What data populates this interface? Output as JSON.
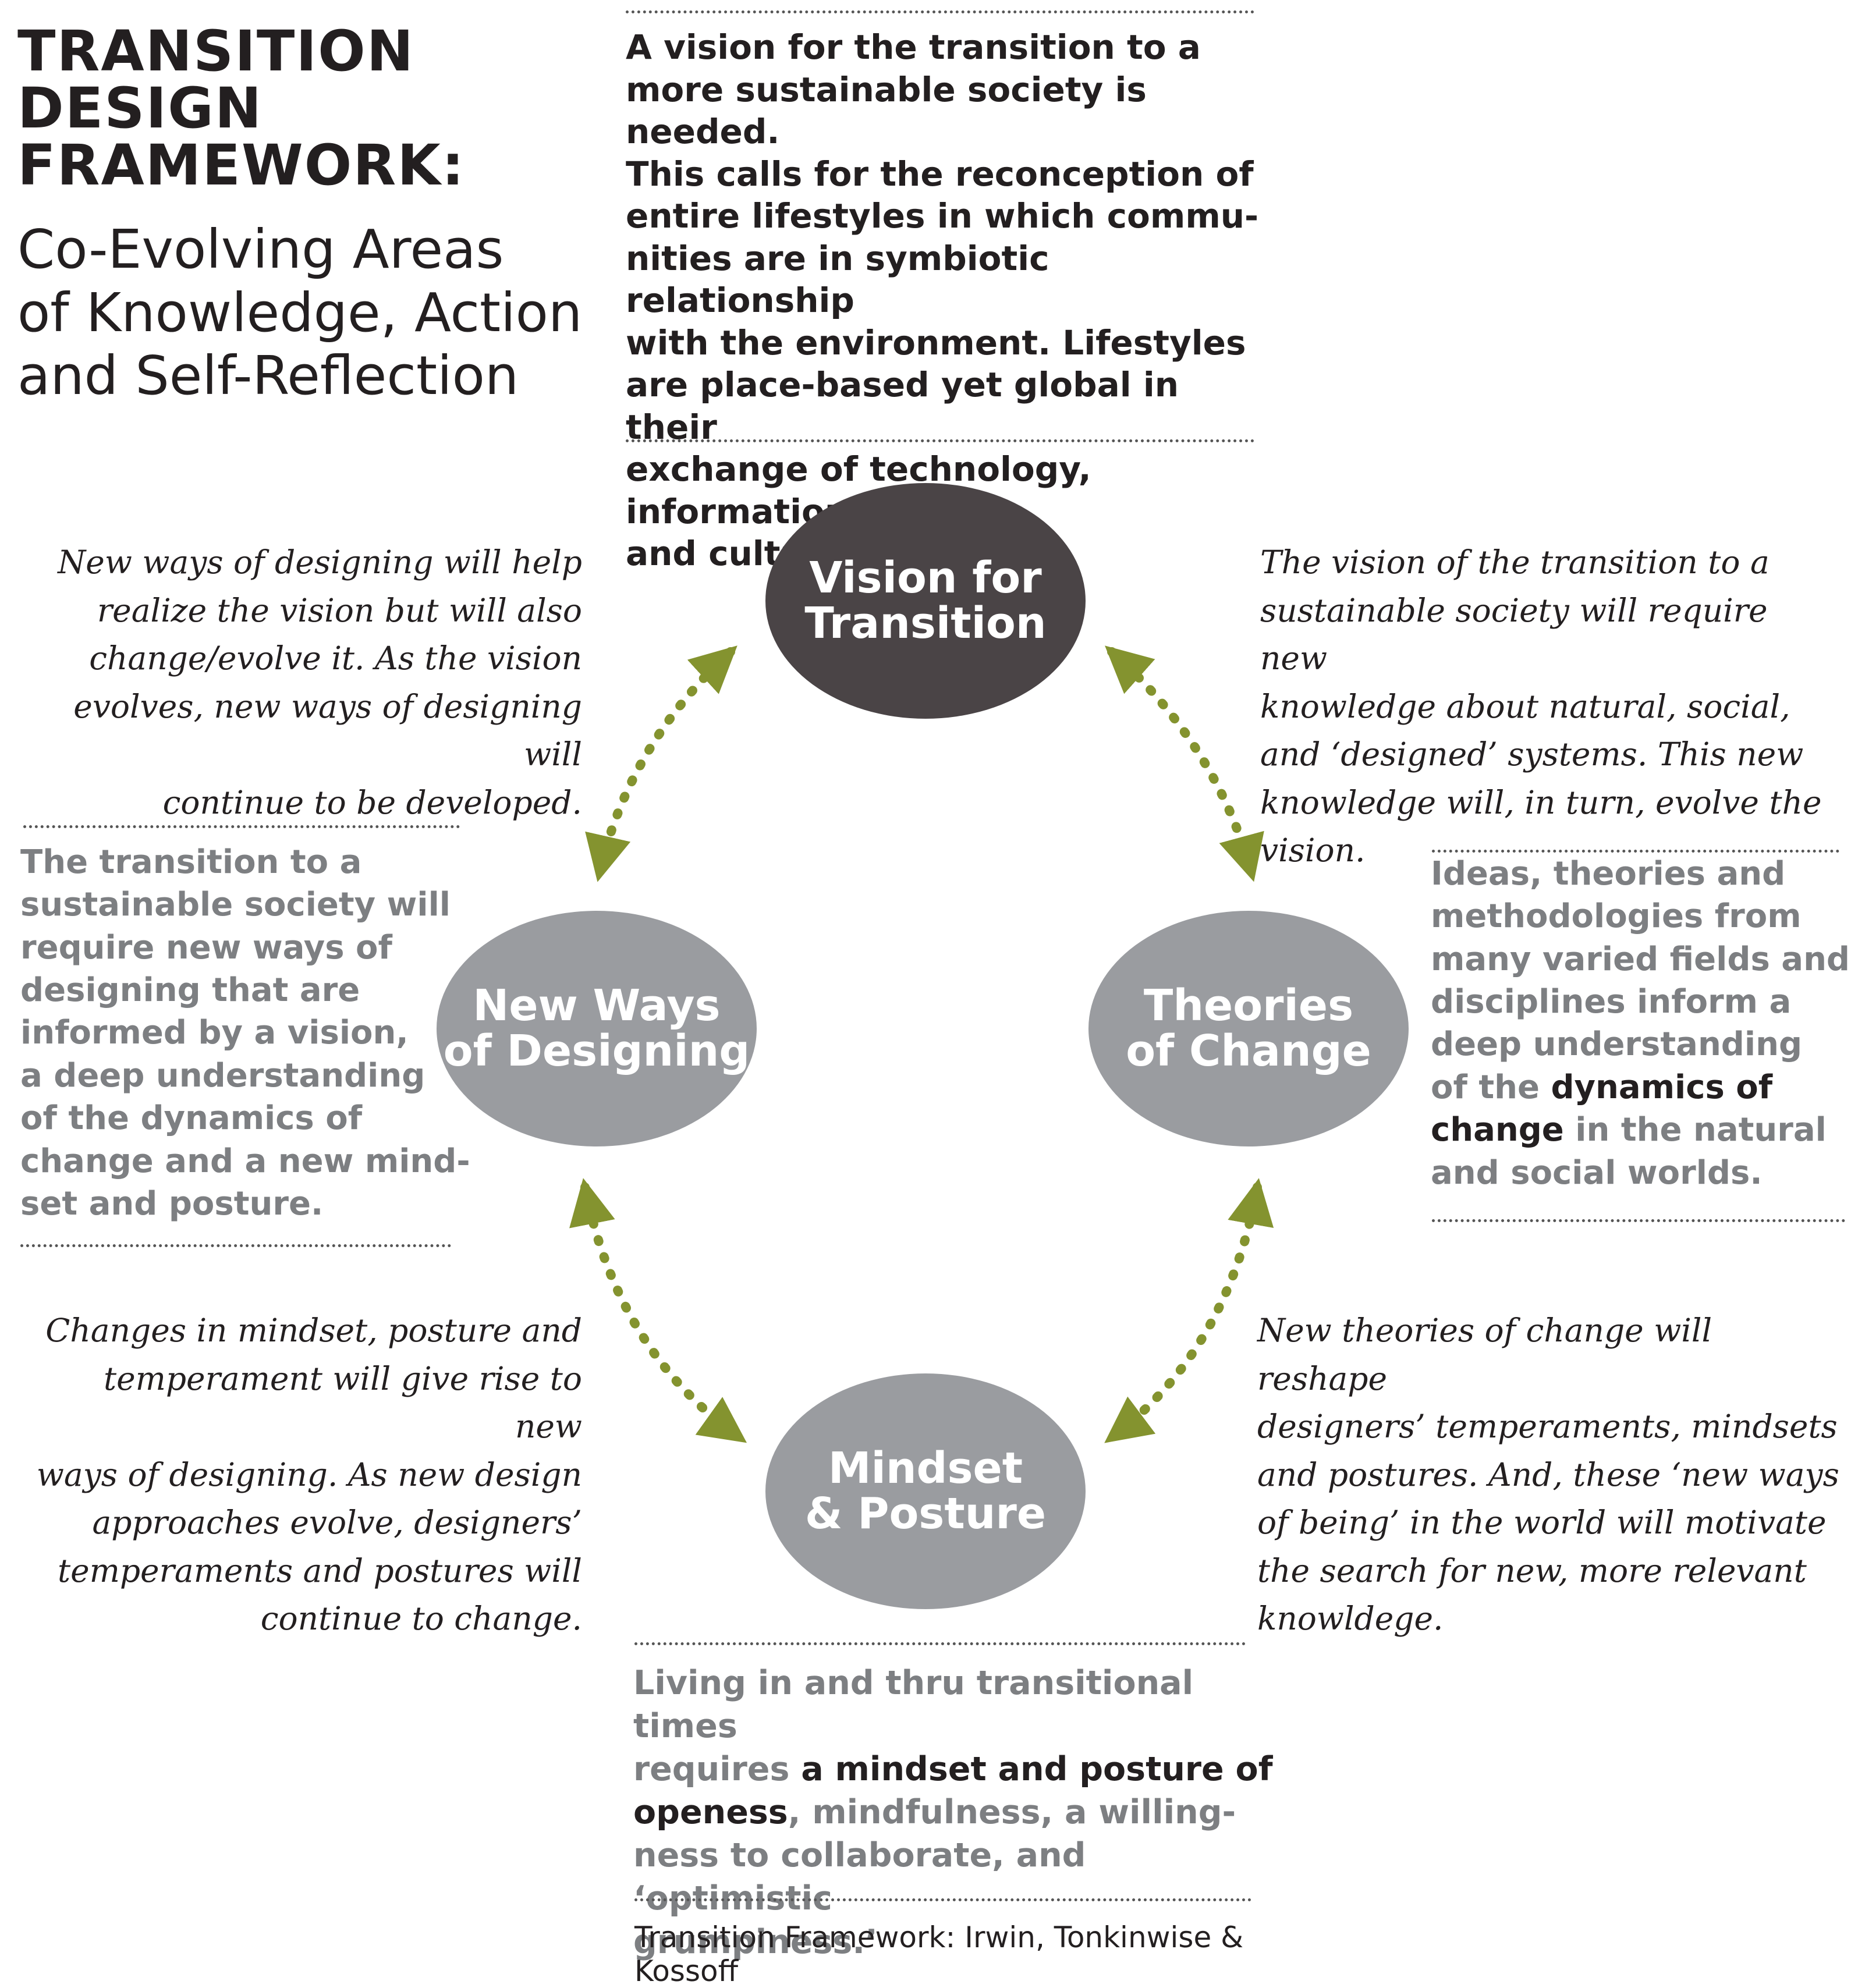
{
  "header": {
    "title_lines": [
      "TRANSITION",
      "DESIGN",
      "FRAMEWORK:"
    ],
    "subtitle_lines": [
      "Co-Evolving Areas",
      "of Knowledge, Action",
      "and Self-Reflection"
    ]
  },
  "intro_text_lines": [
    "A vision for the transition to a",
    "more sustainable society is needed.",
    "This calls for the reconception of",
    "entire lifestyles in which commu-",
    "nities are in symbiotic relationship",
    "with the environment. Lifestyles",
    "are place-based yet global in their",
    "exchange of technology, information",
    "and culture."
  ],
  "nodes": {
    "vision": {
      "line1": "Vision for",
      "line2": "Transition"
    },
    "designing": {
      "line1": "New Ways",
      "line2": "of Designing"
    },
    "theories": {
      "line1": "Theories",
      "line2": "of Change"
    },
    "mindset": {
      "line1": "Mindset",
      "line2": "& Posture"
    }
  },
  "notes": {
    "top_left_lines": [
      "New ways of designing will help",
      "realize the vision but will also",
      "change/evolve it. As the vision",
      "evolves, new ways of designing will",
      "continue to be developed."
    ],
    "top_right_lines": [
      "The vision of the transition to a",
      "sustainable society will require new",
      "knowledge about natural, social,",
      "and ‘designed’ systems. This new",
      "knowledge will, in turn, evolve the",
      "vision."
    ],
    "bottom_left_lines": [
      "Changes in mindset, posture and",
      "temperament will give rise to new",
      "ways of designing. As new design",
      "approaches evolve, designers’",
      "temperaments and postures will",
      "continue to change."
    ],
    "bottom_right_lines": [
      "New theories of change will reshape",
      "designers’ temperaments, mindsets",
      "and postures. And, these ‘new ways",
      "of being’ in the world will motivate",
      "the search for new, more relevant",
      "knowldege."
    ]
  },
  "left_block_lines": [
    "The transition to a",
    "sustainable society will",
    "require new ways of",
    "designing that are",
    "informed by a vision,",
    "a deep understanding",
    "of the dynamics of",
    "change and a new mind-",
    "set and posture."
  ],
  "right_block": {
    "l1": "Ideas, theories and",
    "l2": "methodologies from",
    "l3": "many varied fields and",
    "l4": "disciplines inform a",
    "l5": "deep understanding",
    "l6a": "of the ",
    "l6b": "dynamics of",
    "l7a": "change",
    "l7b": " in the natural",
    "l8": "and social worlds."
  },
  "bottom_block": {
    "l1": "Living in and thru transitional times",
    "l2a": "requires ",
    "l2b": "a mindset and posture of",
    "l3a": "openess",
    "l3b": ", mindfulness, a willing-",
    "l4": "ness to collaborate, and ‘optimistic",
    "l5": "grumpiness.’"
  },
  "credit": "Transition Framework: Irwin, Tonkinwise & Kossoff",
  "colors": {
    "vision_node": "#4a4446",
    "other_nodes": "#9a9ca0",
    "arrows": "#84932f",
    "gray_text": "#7d7f82",
    "dark_text": "#231f20"
  }
}
